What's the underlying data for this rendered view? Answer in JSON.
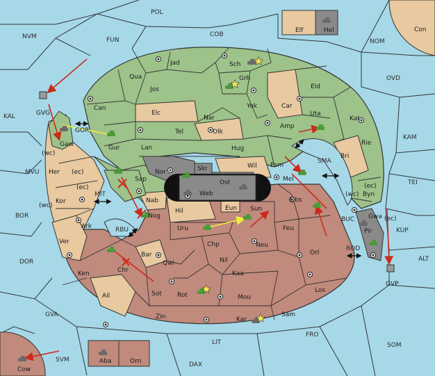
{
  "colors": {
    "sea": "#a6d8e8",
    "green": "#9dc28a",
    "tan": "#e8c9a0",
    "red": "#c08a7c",
    "grey": "#8a8a8a",
    "black": "#111111",
    "border": "#333333",
    "attack_arrow": "#cc2a1a",
    "support_arrow": "#f0f03a",
    "unit_green": "#4c9a3a",
    "unit_grey": "#6a6a6a"
  },
  "labels": {
    "POL": "POL",
    "NVM": "NVM",
    "FUN": "FUN",
    "COB": "COB",
    "NOM": "NOM",
    "Elf": "Elf",
    "Hel": "Hel",
    "Con": "Con",
    "OVD": "OVD",
    "KAL": "KAL",
    "GVG": "GVG",
    "GOR": "GOR",
    "Gaw": "Gaw",
    "MVU": "MVU",
    "Her": "Her",
    "wc1": "(wc)",
    "ec1": "(ec)",
    "ec2": "(ec)",
    "Kor": "Kor",
    "wc2": "(wc)",
    "BOR": "BOR",
    "Ark": "Ark",
    "Ver": "Ver",
    "DOR": "DOR",
    "Ken": "Ken",
    "Ail": "Ail",
    "GVA": "GVA",
    "Cow": "Cow",
    "SVM": "SVM",
    "Aba": "Aba",
    "Orn": "Orn",
    "DAX": "DAX",
    "LIT": "LIT",
    "FRO": "FRO",
    "SOM": "SOM",
    "GVP": "GVP",
    "ALT": "ALT",
    "KUP": "KUP",
    "TEI": "TEI",
    "KAM": "KAM",
    "Jad": "Jad",
    "Sch": "Sch",
    "Grh": "Grh",
    "Qua": "Qua",
    "Jos": "Jos",
    "Can": "Can",
    "Elc": "Elc",
    "Nar": "Nar",
    "Yok": "Yok",
    "Car": "Car",
    "Eld": "Eld",
    "Uta": "Uta",
    "Kat": "Kat",
    "Amp": "Amp",
    "Tel": "Tel",
    "Olk": "Olk",
    "Gur": "Gur",
    "Lan": "Lan",
    "Hug": "Hug",
    "Rie": "Rie",
    "Bri": "Bri",
    "SMA": "SMA",
    "Esm": "Esm",
    "Wil": "Wil",
    "Mel": "Mel",
    "Nor": "Nor",
    "Skr": "Skr",
    "Ost": "Ost",
    "Web": "Web",
    "Sap": "Sap",
    "MIT": "MIT",
    "Nab": "Nab",
    "Hil": "Hil",
    "Eun": "Eun",
    "Sun": "Sun",
    "Obs": "Obs",
    "wc3": "(wc)",
    "ec3": "(ec)",
    "Byn": "Byn",
    "Gwa": "Gwa",
    "ec4": "(ec)",
    "BUC": "BUC",
    "RBU": "RBU",
    "Nog": "Nog",
    "Uru": "Uru",
    "Feu": "Feu",
    "Pir": "Pir",
    "Bar": "Bar",
    "Chp": "Chp",
    "Neu": "Neu",
    "Orl": "Orl",
    "Qwi": "Qwi",
    "Nil": "Nil",
    "ROD": "ROD",
    "Chr": "Chr",
    "Kaa": "Kaa",
    "Sot": "Sot",
    "Rot": "Rot",
    "Mou": "Mou",
    "Los": "Los",
    "Zin": "Zin",
    "Sam": "Sam",
    "Kar": "Kar"
  }
}
